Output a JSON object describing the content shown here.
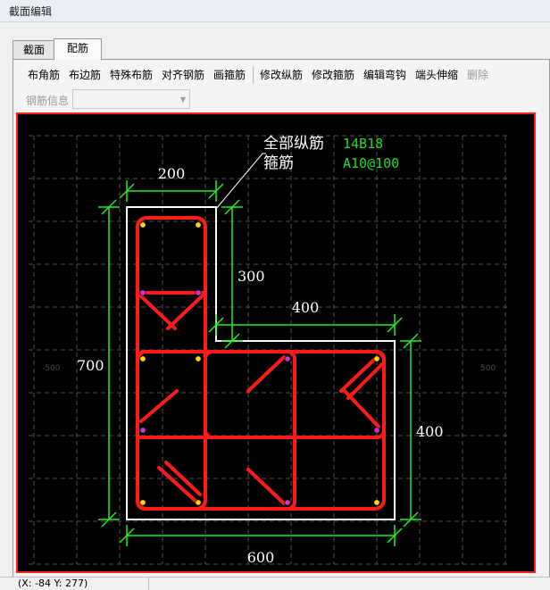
{
  "window": {
    "title": "截面编辑"
  },
  "tabs": [
    {
      "label": "截面"
    },
    {
      "label": "配筋"
    }
  ],
  "toolbar": {
    "items": [
      {
        "label": "布角筋",
        "enabled": true
      },
      {
        "label": "布边筋",
        "enabled": true
      },
      {
        "label": "特殊布筋",
        "enabled": true
      },
      {
        "label": "对齐钢筋",
        "enabled": true
      },
      {
        "label": "画箍筋",
        "enabled": true
      },
      {
        "label": "修改纵筋",
        "enabled": true
      },
      {
        "label": "修改箍筋",
        "enabled": true
      },
      {
        "label": "编辑弯钩",
        "enabled": true
      },
      {
        "label": "端头伸缩",
        "enabled": true
      },
      {
        "label": "删除",
        "enabled": false
      }
    ]
  },
  "rebar_info": {
    "label": "钢筋信息",
    "value": ""
  },
  "drawing": {
    "annotation": {
      "longitudinal_label": "全部纵筋",
      "longitudinal_value": "14B18",
      "stirrup_label": "箍筋",
      "stirrup_value": "A10@100"
    },
    "dimensions": {
      "top_width": "200",
      "upper_height": "300",
      "right_width": "400",
      "total_height": "700",
      "right_height": "400",
      "bottom_width": "600"
    },
    "axis_labels": {
      "left": "-500",
      "right": "500"
    },
    "colors": {
      "background": "#000000",
      "outline": "#ffffff",
      "rebar": "#ff1a1a",
      "dimension": "#22ee22",
      "spec_text": "#22dd22",
      "label_text": "#ffffff",
      "bar_yellow": "#ffd800",
      "bar_purple": "#cc33cc"
    }
  },
  "status": {
    "coords": "(X: -84 Y: 277)"
  }
}
